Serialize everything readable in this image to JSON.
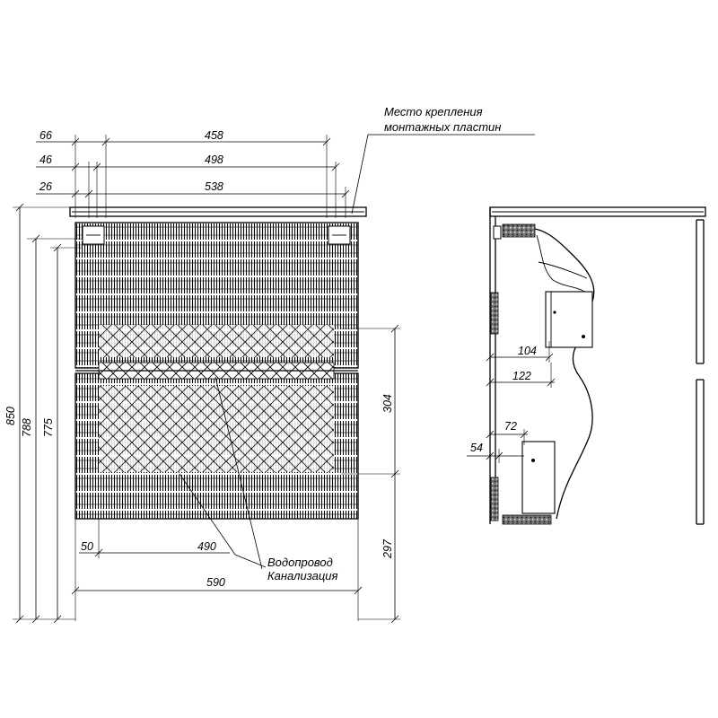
{
  "front_view": {
    "widths": {
      "d66": "66",
      "d458": "458",
      "d46": "46",
      "d498": "498",
      "d26": "26",
      "d538": "538"
    },
    "heights": {
      "d850": "850",
      "d788": "788",
      "d775": "775",
      "d304": "304",
      "d297": "297"
    },
    "bottom": {
      "d50": "50",
      "d490": "490",
      "d590": "590"
    }
  },
  "side_view": {
    "d104": "104",
    "d122": "122",
    "d72": "72",
    "d54": "54"
  },
  "notes": {
    "mounting": {
      "line1": "Место крепления",
      "line2": "монтажных пластин"
    },
    "water": "Водопровод",
    "sewer": "Канализация"
  }
}
